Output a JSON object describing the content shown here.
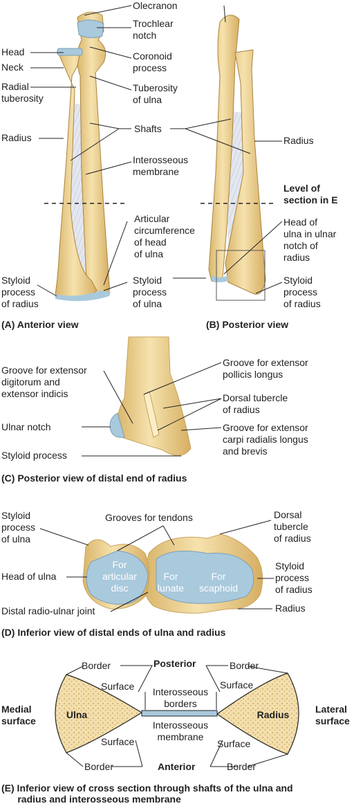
{
  "panel_a": {
    "caption": "(A) Anterior view",
    "labels": {
      "olecranon": "Olecranon",
      "trochlear_notch": "Trochlear\nnotch",
      "head": "Head",
      "neck": "Neck",
      "coronoid_process": "Coronoid\nprocess",
      "radial_tuberosity": "Radial\ntuberosity",
      "tuberosity_of_ulna": "Tuberosity\nof ulna",
      "radius": "Radius",
      "shafts": "Shafts",
      "interosseous_membrane": "Interosseous\nmembrane",
      "articular_circumference": "Articular\ncircumference\nof head\nof ulna",
      "styloid_process_radius": "Styloid\nprocess\nof radius",
      "styloid_process_ulna": "Styloid\nprocess\nof ulna"
    }
  },
  "panel_b": {
    "caption": "(B) Posterior view",
    "labels": {
      "radius": "Radius",
      "level_of_section": "Level of\nsection in E",
      "head_of_ulna": "Head of\nulna in ulnar\nnotch of\nradius",
      "styloid_process_radius": "Styloid\nprocess\nof radius"
    }
  },
  "panel_c": {
    "caption": "(C) Posterior view of distal end of radius",
    "labels": {
      "groove_digitorum": "Groove for extensor\ndigitorum and\nextensor indicis",
      "groove_pollicis": "Groove for extensor\npollicis longus",
      "dorsal_tubercle": "Dorsal tubercle\nof radius",
      "ulnar_notch": "Ulnar notch",
      "groove_carpi": "Groove for extensor\ncarpi radialis longus\nand brevis",
      "styloid_process": "Styloid process"
    }
  },
  "panel_d": {
    "caption": "(D) Inferior view of distal ends of ulna and radius",
    "labels": {
      "styloid_process_ulna": "Styloid\nprocess\nof ulna",
      "grooves_for_tendons": "Grooves for tendons",
      "dorsal_tubercle": "Dorsal\ntubercle\nof radius",
      "head_of_ulna": "Head of ulna",
      "for_articular_disc": "For\narticular\ndisc",
      "for_lunate": "For\nlunate",
      "for_scaphoid": "For\nscaphoid",
      "styloid_process_radius": "Styloid\nprocess\nof radius",
      "distal_radio_ulnar_joint": "Distal radio-ulnar joint",
      "radius": "Radius"
    }
  },
  "panel_e": {
    "caption": "(E) Inferior view of cross section through shafts of the ulna and\n      radius and interosseous membrane",
    "labels": {
      "border_tl": "Border",
      "posterior": "Posterior",
      "border_tr": "Border",
      "surface_tl": "Surface",
      "interosseous_borders": "Interosseous\nborders",
      "surface_tr": "Surface",
      "medial_surface": "Medial\nsurface",
      "ulna": "Ulna",
      "radius": "Radius",
      "lateral_surface": "Lateral\nsurface",
      "interosseous_membrane": "Interosseous\nmembrane",
      "surface_bl": "Surface",
      "surface_br": "Surface",
      "border_bl": "Border",
      "anterior": "Anterior",
      "border_br": "Border"
    }
  },
  "colors": {
    "bone": "#f1d79c",
    "bone_shadow": "#d9b56a",
    "cartilage": "#a9c9dc",
    "membrane": "#dfe3ec",
    "line": "#222222"
  }
}
